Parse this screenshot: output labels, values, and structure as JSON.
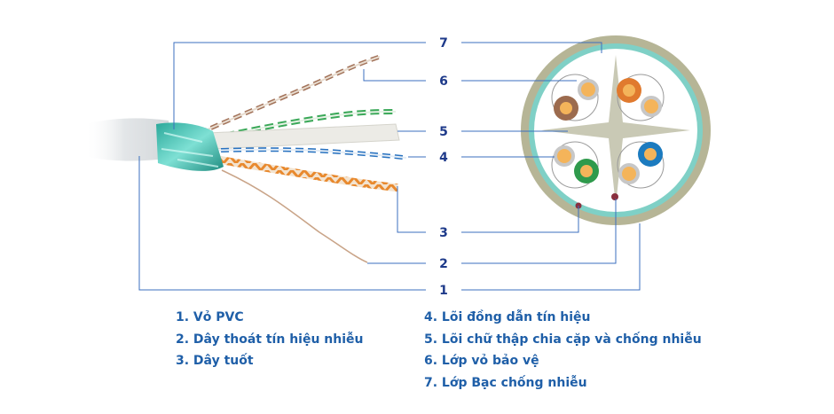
{
  "callouts": [
    "7",
    "6",
    "5",
    "4",
    "3",
    "2",
    "1"
  ],
  "legend": {
    "left": [
      "1. Vỏ PVC",
      "2. Dây thoát tín hiệu nhiễu",
      "3. Dây tuốt"
    ],
    "right": [
      "4. Lõi đồng dẫn tín hiệu",
      "5. Lõi chữ thập chia cặp và chống nhiễu",
      "6. Lớp vỏ bảo vệ",
      "7. Lớp Bạc chống nhiễu"
    ]
  },
  "colors": {
    "leader": "#3b6fbf",
    "number": "#1e3a8a",
    "legend_text": "#1f5fa8",
    "jacket": "#b6b596",
    "foil": "#7fd0c6",
    "orange": "#e07a2e",
    "brown": "#9c6b4e",
    "green": "#2f9a4c",
    "blue": "#1c7bbf",
    "copper": "#f4b45a",
    "drain": "#8a2f3e"
  }
}
